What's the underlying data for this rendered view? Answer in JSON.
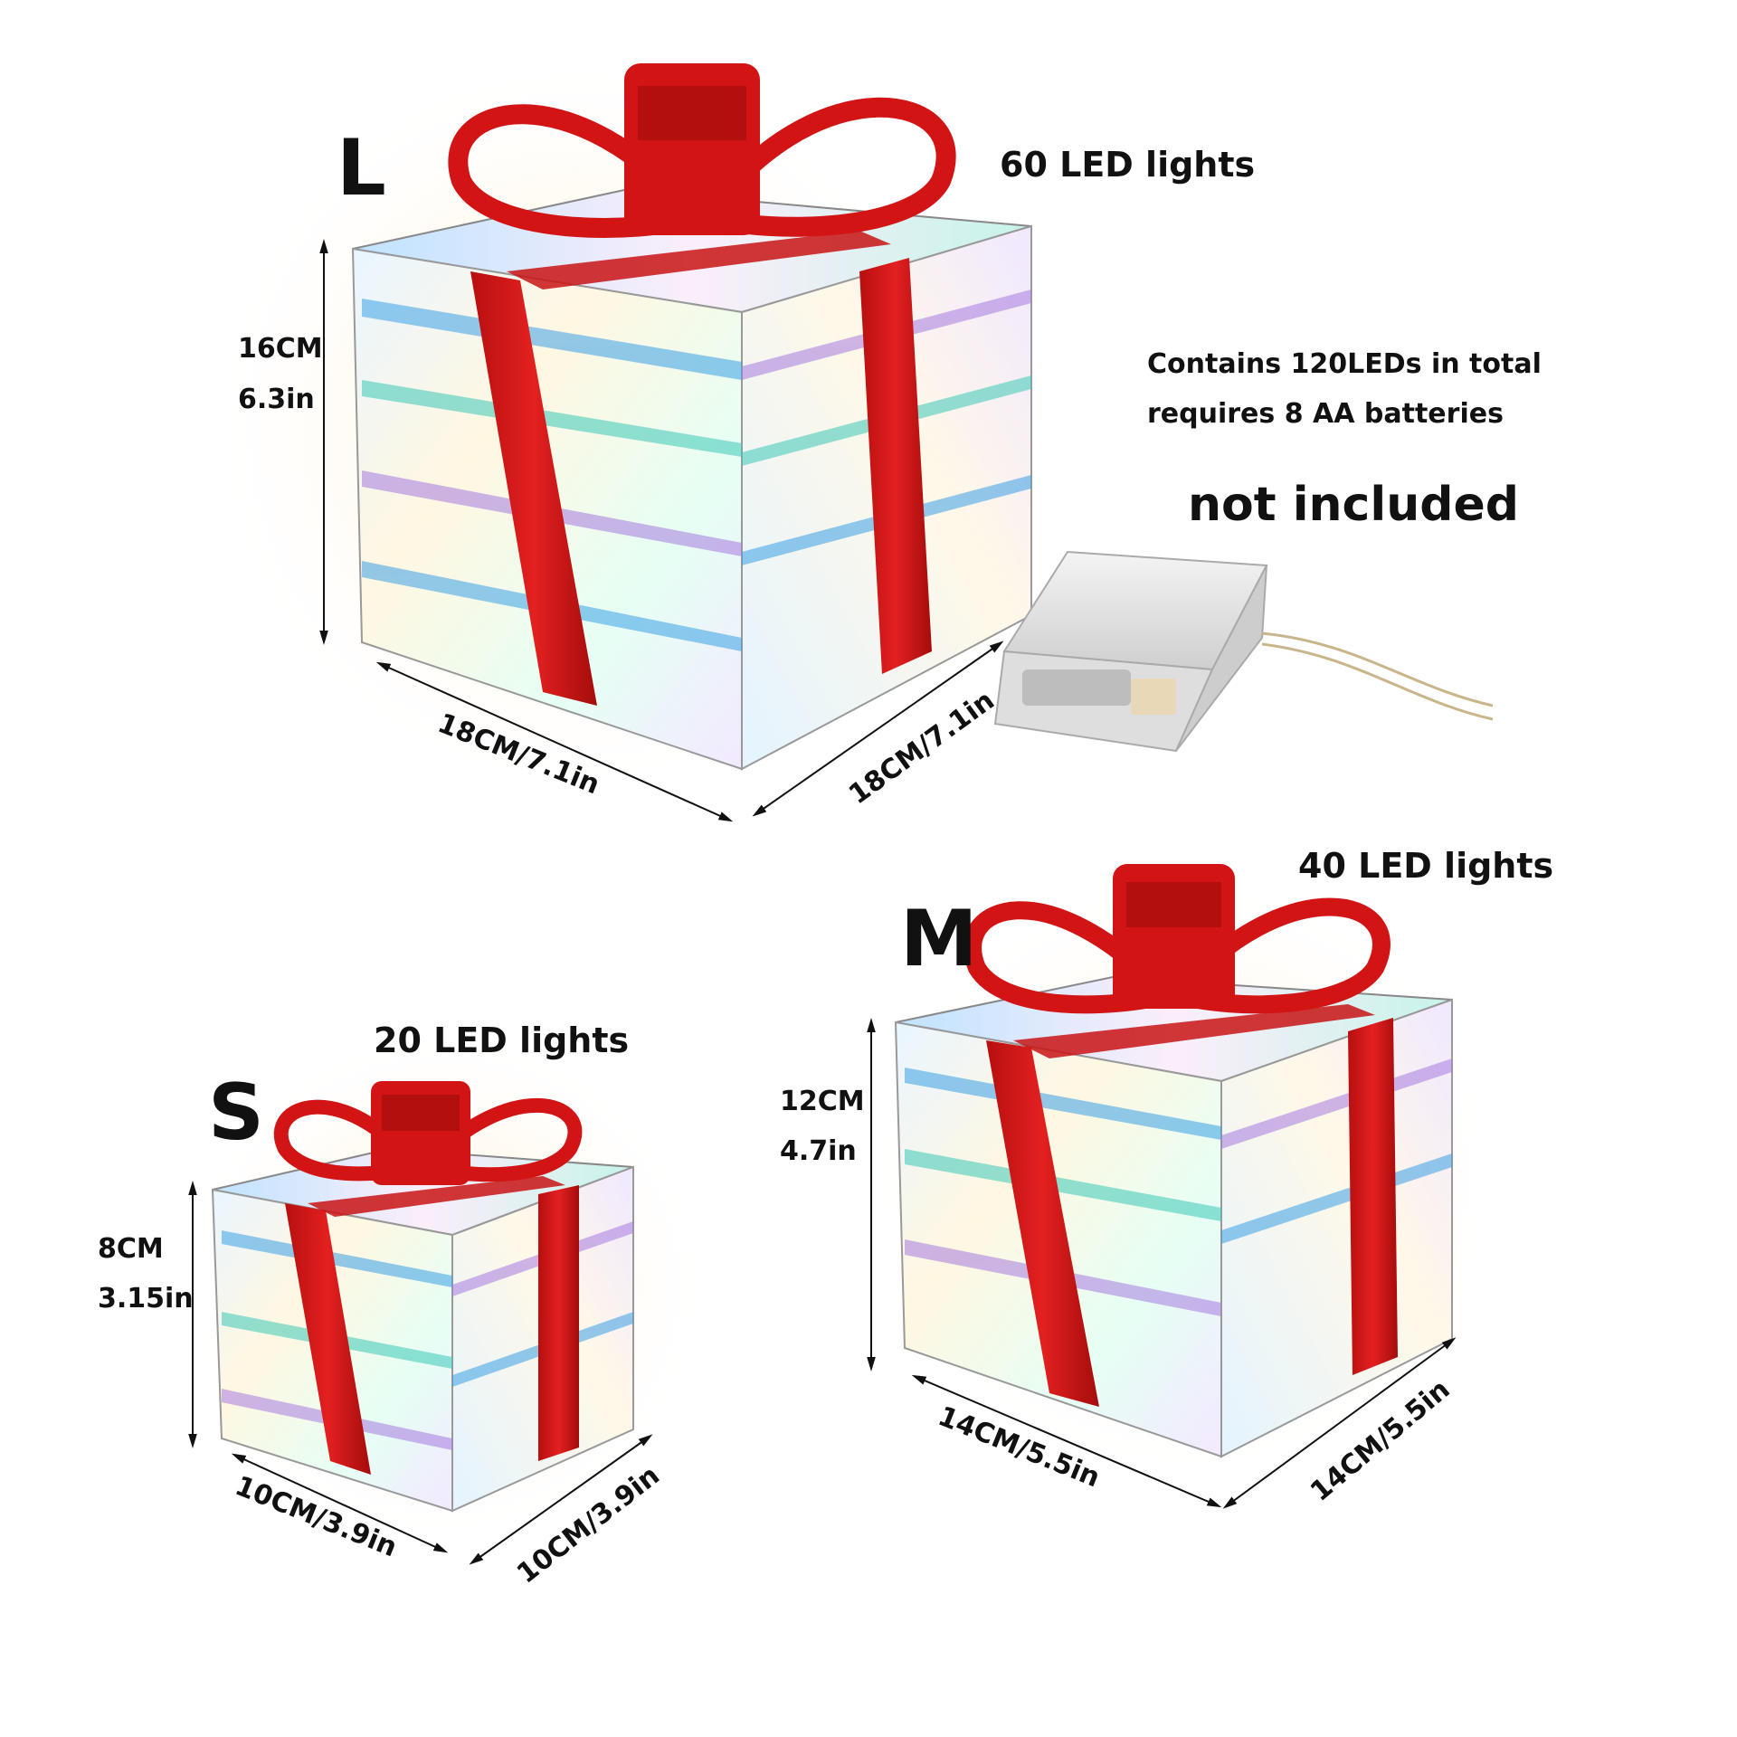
{
  "large": {
    "size_letter": "L",
    "led_label": "60 LED lights",
    "height_cm": "16CM",
    "height_in": "6.3in",
    "width_left": "18CM/7.1in",
    "width_right": "18CM/7.1in"
  },
  "battery_note": {
    "line1": "Contains 120LEDs in total",
    "line2": "requires 8 AA batteries",
    "line3": "not included"
  },
  "medium": {
    "size_letter": "M",
    "led_label": "40 LED lights",
    "height_cm": "12CM",
    "height_in": "4.7in",
    "width_left": "14CM/5.5in",
    "width_right": "14CM/5.5in"
  },
  "small": {
    "size_letter": "S",
    "led_label": "20 LED lights",
    "height_cm": "8CM",
    "height_in": "3.15in",
    "width_left": "10CM/3.9in",
    "width_right": "10CM/3.9in"
  },
  "colors": {
    "ribbon": "#d21414",
    "ribbon_dark": "#8e0b0b",
    "cube_glow": "#fff6e6",
    "iridescent_blue": "#3aa0e6",
    "iridescent_teal": "#3cc9b8",
    "iridescent_purple": "#a67ae0",
    "text": "#111111"
  }
}
